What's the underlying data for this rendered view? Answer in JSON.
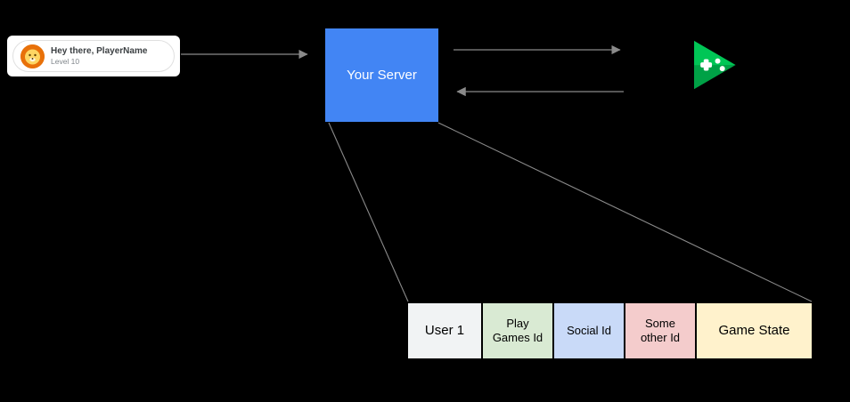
{
  "canvas": {
    "background": "#000000"
  },
  "client_card": {
    "greeting": "Hey there, PlayerName",
    "level": "Level 10",
    "avatar_icon": "lion-avatar"
  },
  "server": {
    "label": "Your Server",
    "color": "#4285f4",
    "text_color": "#ffffff"
  },
  "play_games": {
    "icon": "google-play-games-logo",
    "green_light": "#00c656",
    "green_dark": "#009a43"
  },
  "connectors": {
    "color": "#8a8a8a",
    "arrows": [
      "client-to-server",
      "server-to-play-games",
      "play-games-to-server",
      "server-to-table-left",
      "server-to-table-right"
    ]
  },
  "table": {
    "cells": [
      {
        "label": "User 1",
        "bg": "#f1f3f4"
      },
      {
        "label": "Play Games Id",
        "bg": "#d9ead3"
      },
      {
        "label": "Social Id",
        "bg": "#c9daf8"
      },
      {
        "label": "Some other Id",
        "bg": "#f4cccc"
      },
      {
        "label": "Game State",
        "bg": "#fff2cc"
      }
    ]
  }
}
